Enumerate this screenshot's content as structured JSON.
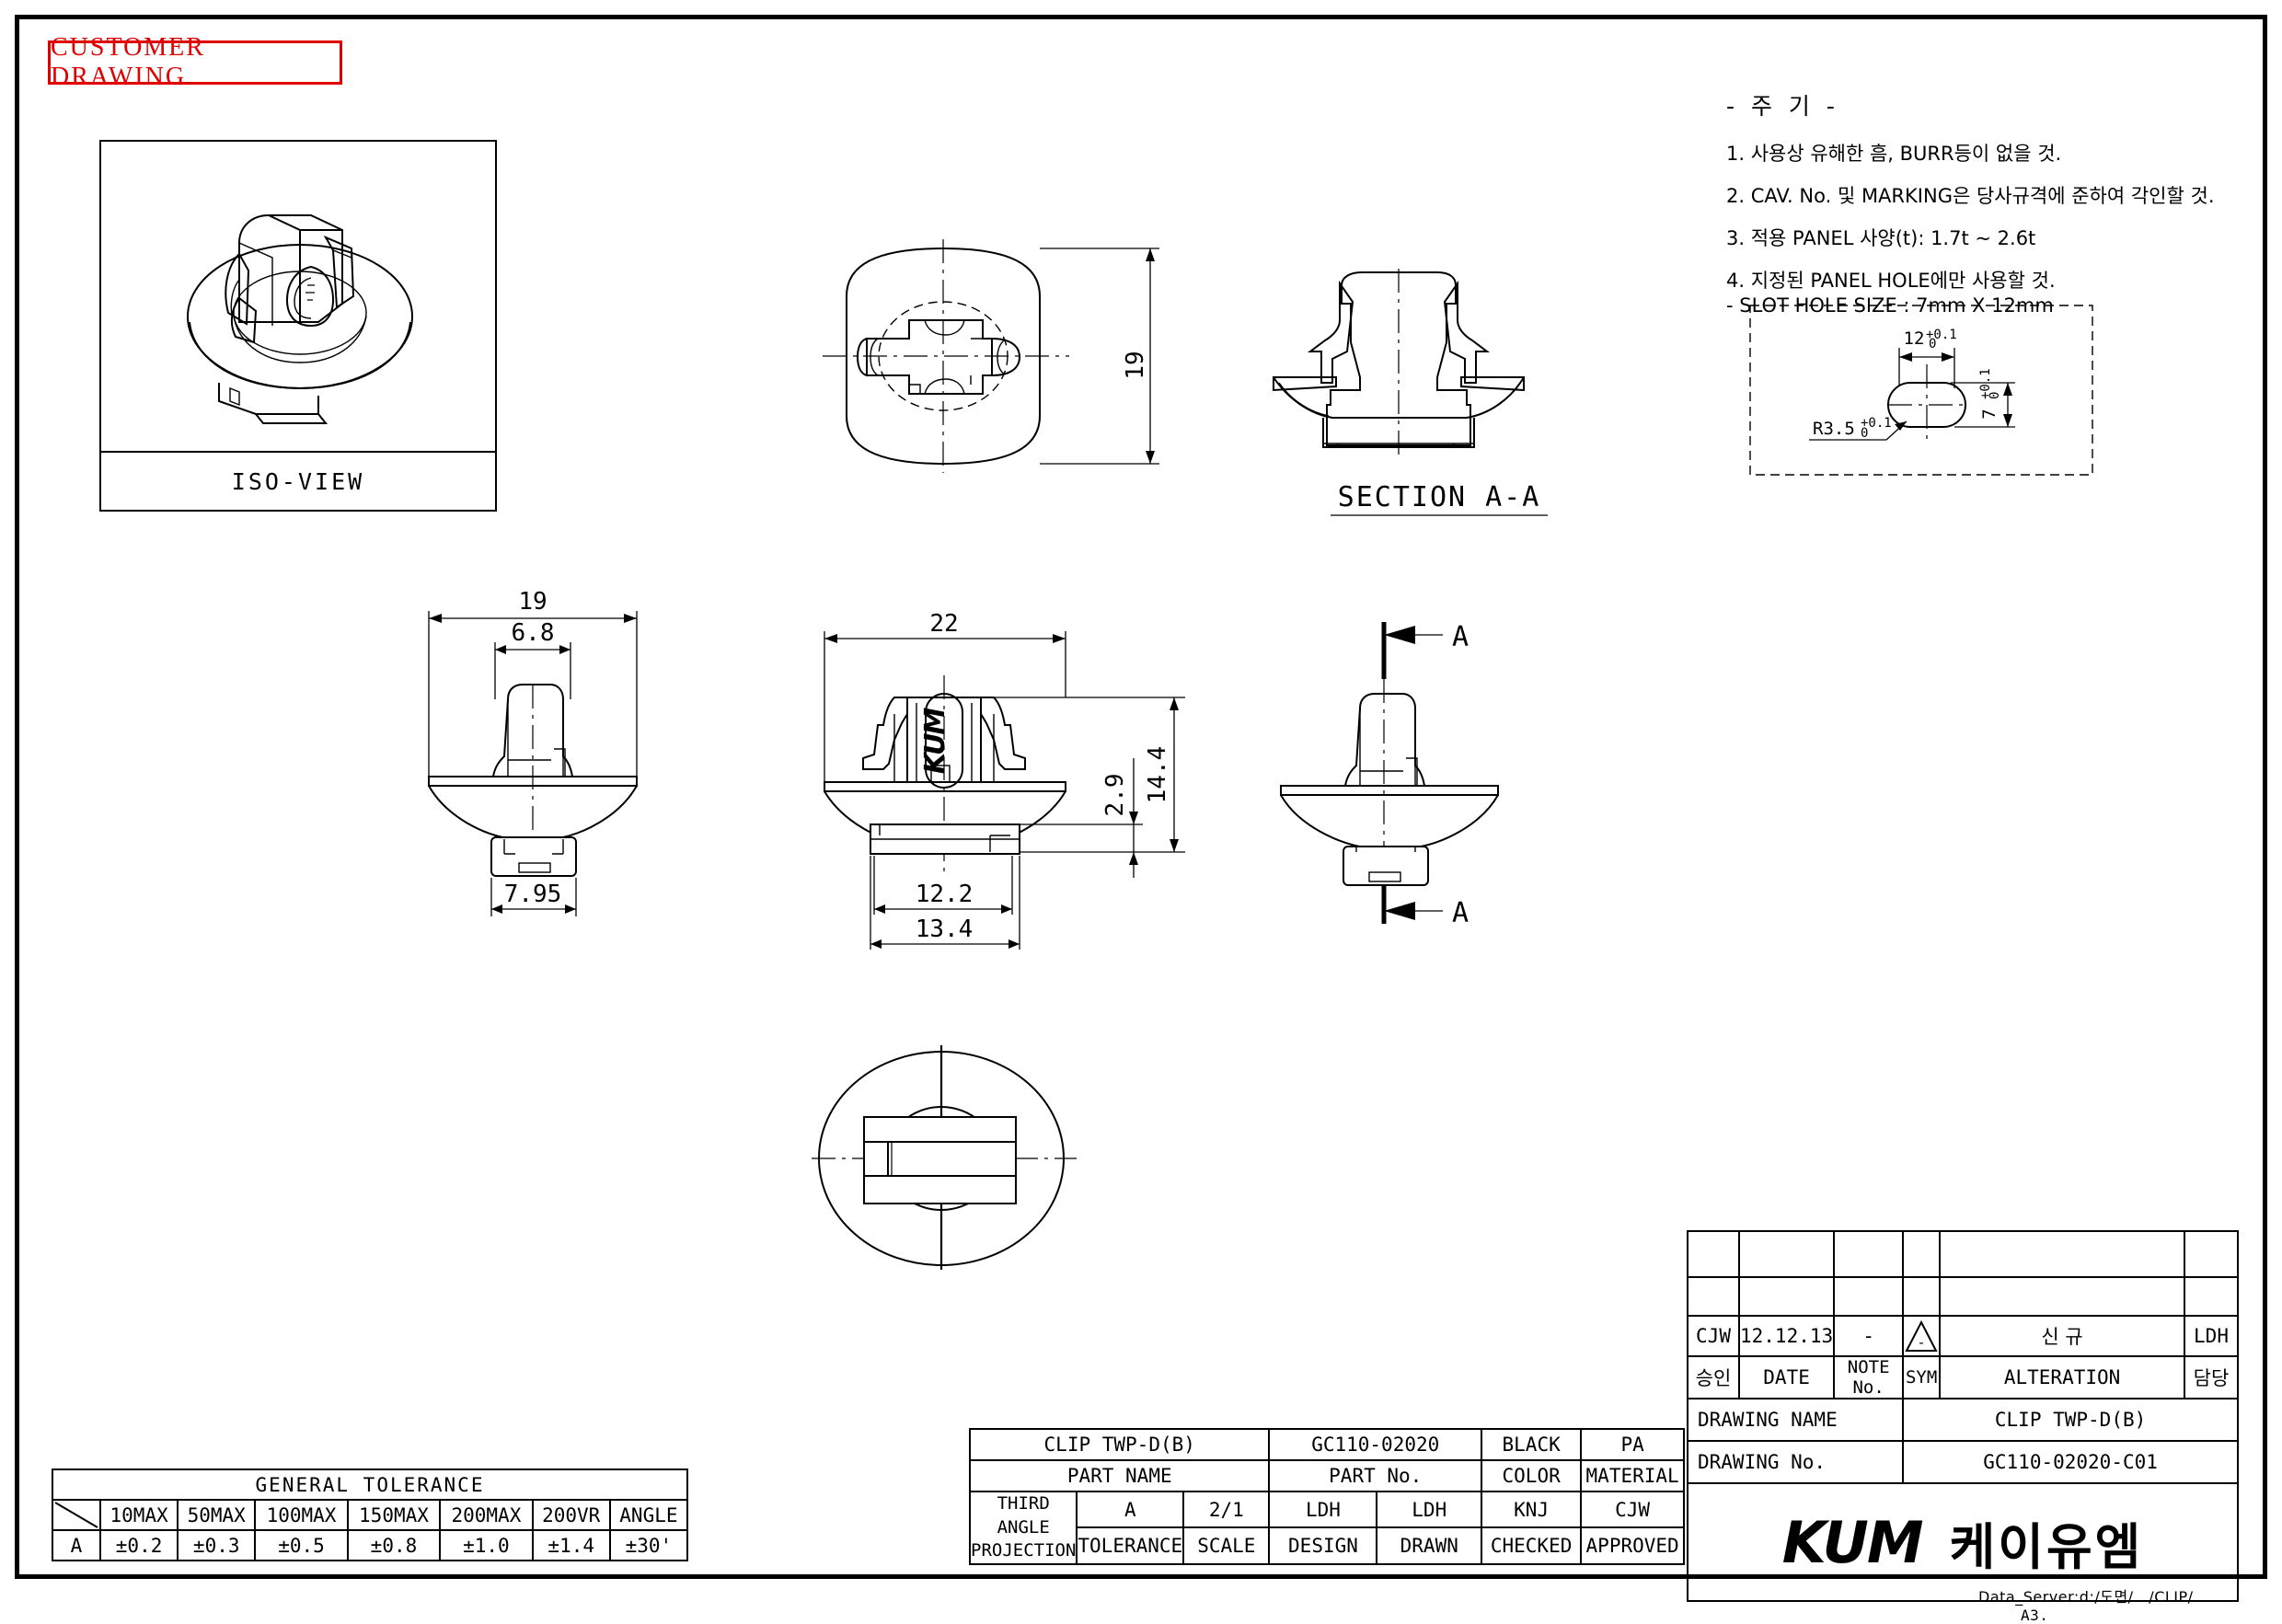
{
  "header": {
    "stamp": "CUSTOMER DRAWING"
  },
  "views": {
    "iso": {
      "caption": "ISO-VIEW"
    },
    "top": {
      "dim_height": "19"
    },
    "section": {
      "caption": "SECTION A-A",
      "arrow_label": "A"
    },
    "side_left": {
      "dim_width": "19",
      "dim_inner": "6.8",
      "dim_base": "7.95"
    },
    "front": {
      "dim_width": "22",
      "dim_total_height": "14.4",
      "dim_step": "2.9",
      "dim_base_inner": "12.2",
      "dim_base_outer": "13.4",
      "logo_text": "KUM"
    },
    "right": {
      "section_mark_top": "A",
      "section_mark_bottom": "A"
    }
  },
  "notes": {
    "title": "- 주 기 -",
    "items": [
      "1. 사용상 유해한 흠, BURR등이 없을 것.",
      "2. CAV. No. 및 MARKING은 당사규격에 준하여 각인할 것.",
      "3. 적용 PANEL 사양(t): 1.7t ~ 2.6t",
      "4. 지정된 PANEL HOLE에만 사용할 것.\n    - SLOT HOLE SIZE : 7mm X 12mm"
    ],
    "slot_detail": {
      "width": "12",
      "width_tol_up": "+0.1",
      "width_tol_dn": "0",
      "height": "7",
      "height_tol_up": "+0.1",
      "height_tol_dn": "0",
      "radius": "R3.5",
      "radius_tol_up": "+0.1",
      "radius_tol_dn": "0"
    }
  },
  "general_tolerance": {
    "title": "GENERAL TOLERANCE",
    "corner": "",
    "columns": [
      "10MAX",
      "50MAX",
      "100MAX",
      "150MAX",
      "200MAX",
      "200VR",
      "ANGLE"
    ],
    "row_label": "A",
    "values": [
      "±0.2",
      "±0.3",
      "±0.5",
      "±0.8",
      "±1.0",
      "±1.4",
      "±30'"
    ]
  },
  "part_table": {
    "part_name_value": "CLIP TWP-D(B)",
    "part_no_value": "GC110-02020",
    "color_value": "BLACK",
    "material_value": "PA",
    "part_name_label": "PART NAME",
    "part_no_label": "PART No.",
    "color_label": "COLOR",
    "material_label": "MATERIAL",
    "projection_label_1": "THIRD ANGLE",
    "projection_label_2": "PROJECTION",
    "tolerance_value": "A",
    "scale_value": "2/1",
    "design_value": "LDH",
    "drawn_value": "LDH",
    "checked_value": "KNJ",
    "approved_value": "CJW",
    "tolerance_label": "TOLERANCE",
    "scale_label": "SCALE",
    "design_label": "DESIGN",
    "drawn_label": "DRAWN",
    "checked_label": "CHECKED",
    "approved_label": "APPROVED"
  },
  "title_block": {
    "rev_approver": "CJW",
    "rev_date": "12.12.13",
    "rev_note_no": "-",
    "rev_sym": "-",
    "rev_alteration": "신        규",
    "rev_owner": "LDH",
    "hdr_approver": "승인",
    "hdr_date": "DATE",
    "hdr_note_no": "NOTE No.",
    "hdr_sym": "SYM",
    "hdr_alteration": "ALTERATION",
    "hdr_owner": "담당",
    "drawing_name_label": "DRAWING NAME",
    "drawing_name_value": "CLIP TWP-D(B)",
    "drawing_no_label": "DRAWING No.",
    "drawing_no_value": "GC110-02020-C01",
    "logo_latin": "KUM",
    "logo_korean": "케이유엠"
  },
  "footer": {
    "path": "Data_Server:d:/도면/.../CLIP/...",
    "sheet_size": "A3."
  }
}
